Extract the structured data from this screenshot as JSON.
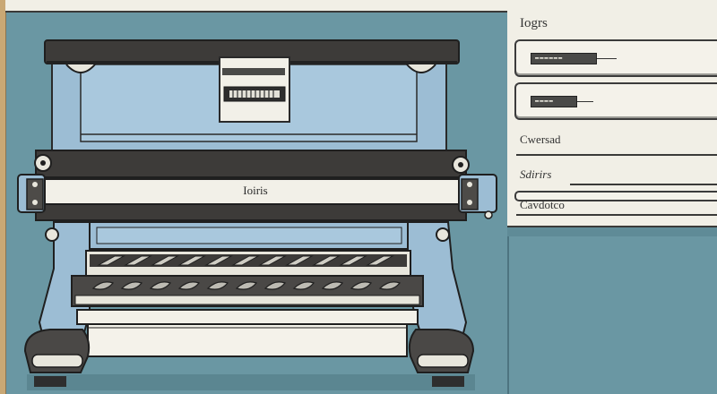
{
  "machine": {
    "roller_label": "Ioiris",
    "display_text": "▬▬▬▬▬"
  },
  "panel": {
    "title": "Iogrs",
    "fields": [
      {
        "value": "▬▬▬▬▬▬"
      },
      {
        "value": "▬▬▬▬"
      }
    ],
    "rows": [
      {
        "label": "Cwersad"
      },
      {
        "label": "Sdirirs"
      },
      {
        "label": "Cavdotco"
      }
    ]
  },
  "colors": {
    "background": "#6a97a3",
    "machine_blue": "#9cbdd4",
    "dark_metal": "#3d3b39",
    "panel": "#f1efe6"
  }
}
